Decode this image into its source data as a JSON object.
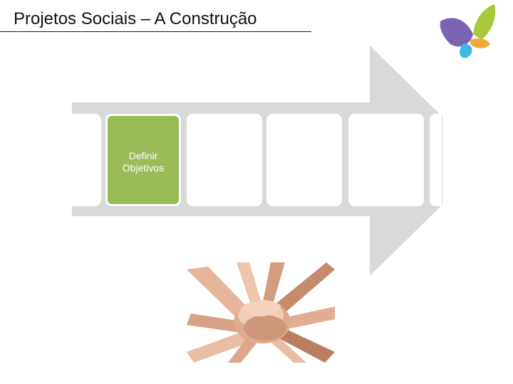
{
  "slide": {
    "title": "Projetos Sociais – A Construção"
  },
  "logo": {
    "icon": "butterfly-logo-icon",
    "colors": [
      "#7b63b3",
      "#a6c839",
      "#f4a93b",
      "#3db7e4"
    ]
  },
  "process": {
    "arrow_color": "#d9d9d9",
    "active_color": "#9bbb59",
    "steps": [
      {
        "line1": "",
        "line2": ""
      },
      {
        "line1": "Definir",
        "line2": "Objetivos",
        "active": true
      },
      {
        "line1": "",
        "line2": ""
      },
      {
        "line1": "",
        "line2": ""
      },
      {
        "line1": "",
        "line2": ""
      },
      {
        "line1": "",
        "line2": ""
      }
    ]
  },
  "photo": {
    "icon": "stacked-hands-photo"
  }
}
